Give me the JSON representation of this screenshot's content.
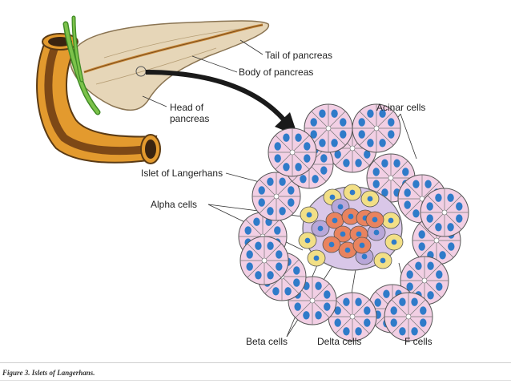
{
  "labels": {
    "tail": "Tail of pancreas",
    "body": "Body of pancreas",
    "head_line1": "Head of",
    "head_line2": "pancreas",
    "acinar": "Acinar cells",
    "islet": "Islet of Langerhans",
    "alpha": "Alpha cells",
    "beta": "Beta cells",
    "delta": "Delta cells",
    "f": "F cells"
  },
  "caption": "Figure 3. Islets of Langerhans.",
  "colors": {
    "duodenum": "#e39a2e",
    "duodenum_dark": "#6b3a12",
    "pancreas": "#e6d6b8",
    "duct": "#c98a3a",
    "vessel": "#6fb23c",
    "acinar_cell": "#f2cfe4",
    "nucleus": "#2f7bc9",
    "alpha_cell": "#f2df86",
    "beta_cell": "#e9835f",
    "delta_cell": "#b8a7d8",
    "arrow": "#1a1a1a"
  }
}
